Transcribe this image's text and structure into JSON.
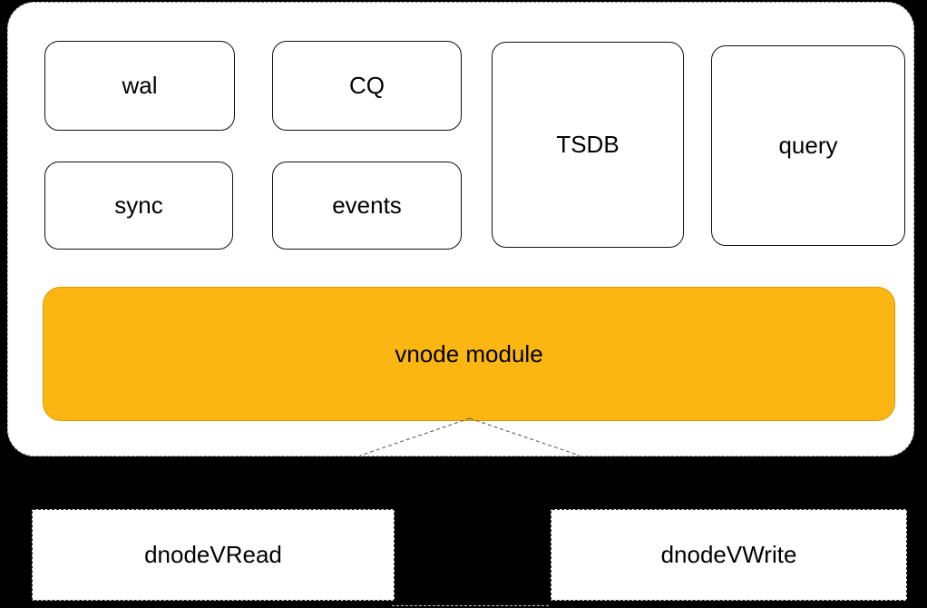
{
  "diagram": {
    "modules": [
      {
        "label": "wal"
      },
      {
        "label": "CQ"
      },
      {
        "label": "TSDB"
      },
      {
        "label": "query"
      },
      {
        "label": "sync"
      },
      {
        "label": "events"
      }
    ],
    "vnode": {
      "label": "vnode module",
      "color": "#FBB612"
    },
    "bottom_nodes": [
      {
        "label": "dnodeVRead"
      },
      {
        "label": "dnodeVWrite"
      }
    ],
    "colors": {
      "background": "#000000",
      "container_fill": "#FFFFFF",
      "module_border": "#111111"
    }
  }
}
